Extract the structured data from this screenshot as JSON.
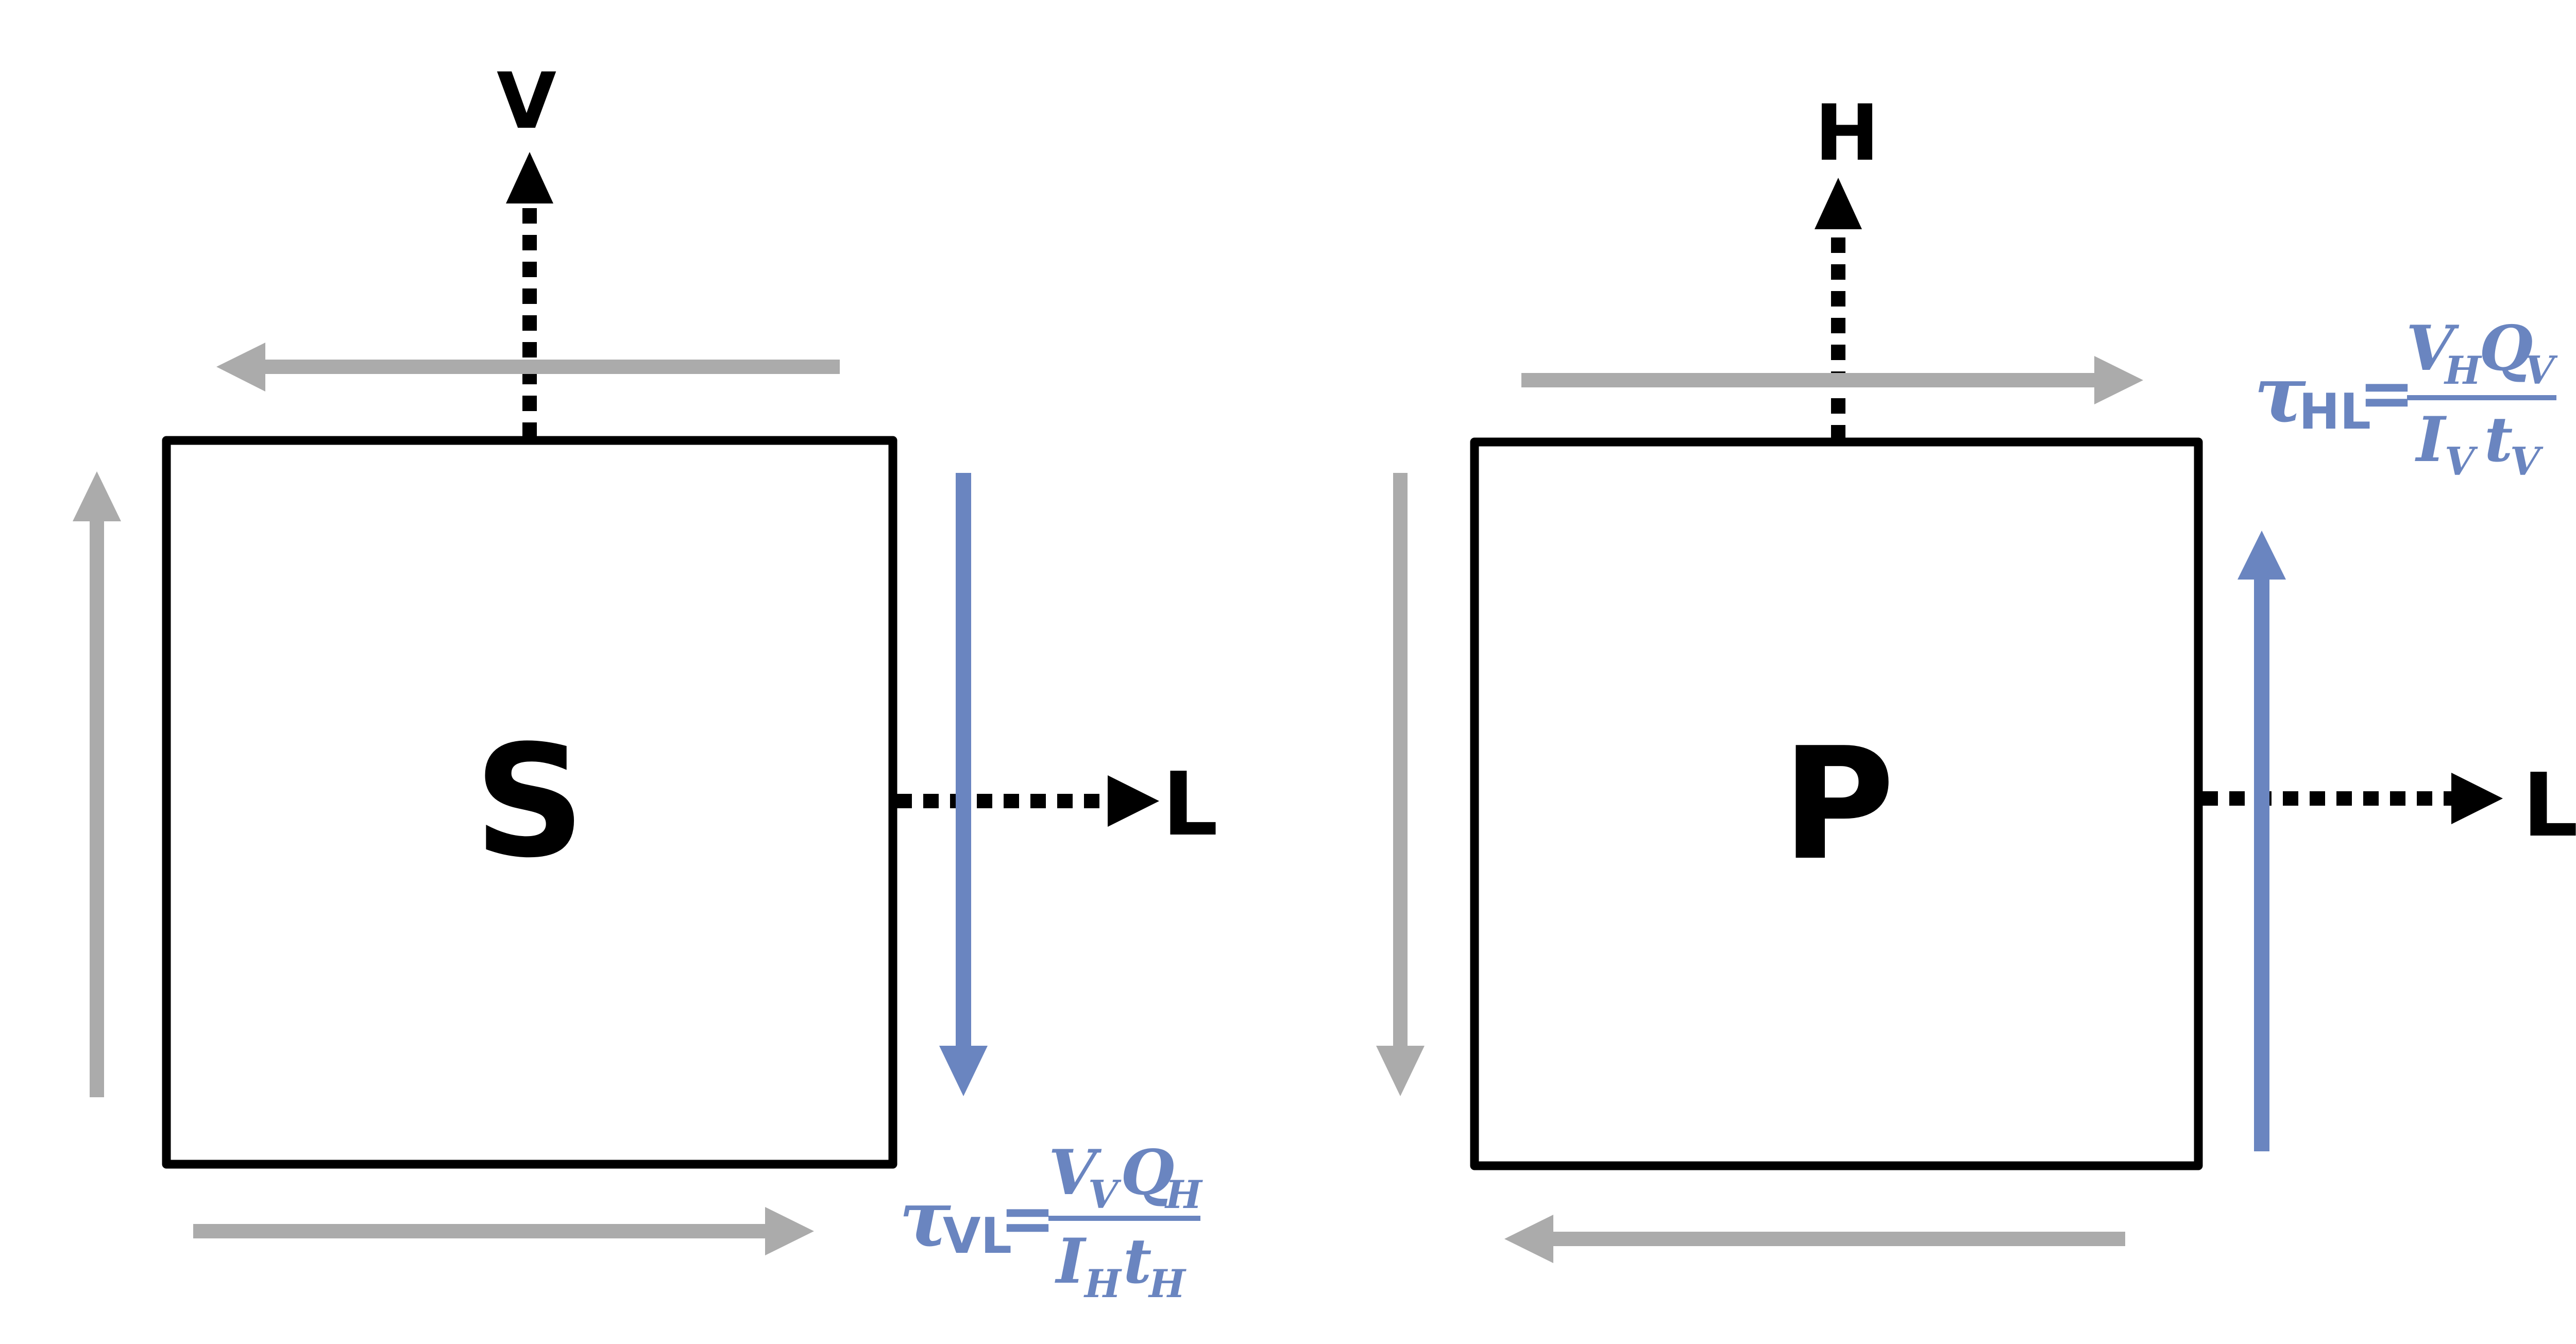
{
  "colors": {
    "outline": "#000000",
    "shear_gray": "#ababab",
    "shear_blue": "#6a85c0",
    "background": "#ffffff"
  },
  "left_panel": {
    "center_label": "S",
    "vertical_axis_label": "V",
    "horizontal_axis_label": "L",
    "equation": {
      "symbol": "τ",
      "subscript": "VL",
      "equals": "=",
      "numerator": {
        "a": "V",
        "a_sub": "V",
        "b": "Q",
        "b_sub": "H"
      },
      "denominator": {
        "a": "I",
        "a_sub": "H",
        "b": "t",
        "b_sub": "H"
      }
    }
  },
  "right_panel": {
    "center_label": "P",
    "vertical_axis_label": "H",
    "horizontal_axis_label": "L",
    "equation": {
      "symbol": "τ",
      "subscript": "HL",
      "equals": "=",
      "numerator": {
        "a": "V",
        "a_sub": "H",
        "b": "Q",
        "b_sub": "V"
      },
      "denominator": {
        "a": "I",
        "a_sub": "V",
        "b": "t",
        "b_sub": "V"
      }
    }
  }
}
